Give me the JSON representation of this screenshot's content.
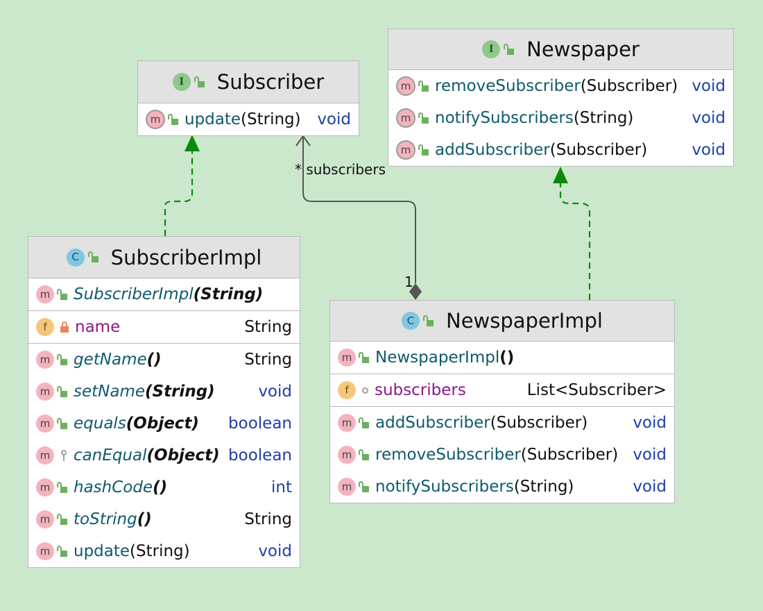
{
  "colors": {
    "background": "#cbe8cd",
    "realization": "#0a8a0a",
    "association": "#555555"
  },
  "subscriber": {
    "title": "Subscriber",
    "badge": "I",
    "methods": [
      {
        "name": "update",
        "args": "(String)",
        "type": "void"
      }
    ]
  },
  "newspaper": {
    "title": "Newspaper",
    "badge": "I",
    "methods": [
      {
        "name": "removeSubscriber",
        "args": "(Subscriber)",
        "type": "void"
      },
      {
        "name": "notifySubscribers",
        "args": "(String)",
        "type": "void"
      },
      {
        "name": "addSubscriber",
        "args": "(Subscriber)",
        "type": "void"
      }
    ]
  },
  "subscriberImpl": {
    "title": "SubscriberImpl",
    "badge": "C",
    "constructors": [
      {
        "name": "SubscriberImpl",
        "args": "(String)"
      }
    ],
    "fields": [
      {
        "name": "name",
        "type": "String"
      }
    ],
    "methods": [
      {
        "name": "getName",
        "args": "()",
        "type": "String"
      },
      {
        "name": "setName",
        "args": "(String)",
        "type": "void"
      },
      {
        "name": "equals",
        "args": "(Object)",
        "type": "boolean"
      },
      {
        "name": "canEqual",
        "args": "(Object)",
        "type": "boolean"
      },
      {
        "name": "hashCode",
        "args": "()",
        "type": "int"
      },
      {
        "name": "toString",
        "args": "()",
        "type": "String"
      },
      {
        "name": "update",
        "args": "(String)",
        "type": "void"
      }
    ]
  },
  "newspaperImpl": {
    "title": "NewspaperImpl",
    "badge": "C",
    "constructors": [
      {
        "name": "NewspaperImpl",
        "args": "()"
      }
    ],
    "fields": [
      {
        "name": "subscribers",
        "type": "List<Subscriber>"
      }
    ],
    "methods": [
      {
        "name": "addSubscriber",
        "args": "(Subscriber)",
        "type": "void"
      },
      {
        "name": "removeSubscriber",
        "args": "(Subscriber)",
        "type": "void"
      },
      {
        "name": "notifySubscribers",
        "args": "(String)",
        "type": "void"
      }
    ]
  },
  "edges": {
    "association_label": "* subscribers",
    "association_multiplicity": "1"
  },
  "icons": {
    "interface": "interface-icon",
    "class": "class-icon",
    "method": "method-icon",
    "field": "field-icon",
    "public": "public-lock-icon",
    "private": "private-lock-icon",
    "package": "package-private-icon",
    "protected": "protected-key-icon"
  },
  "badge_letters": {
    "method": "m",
    "field": "f"
  }
}
